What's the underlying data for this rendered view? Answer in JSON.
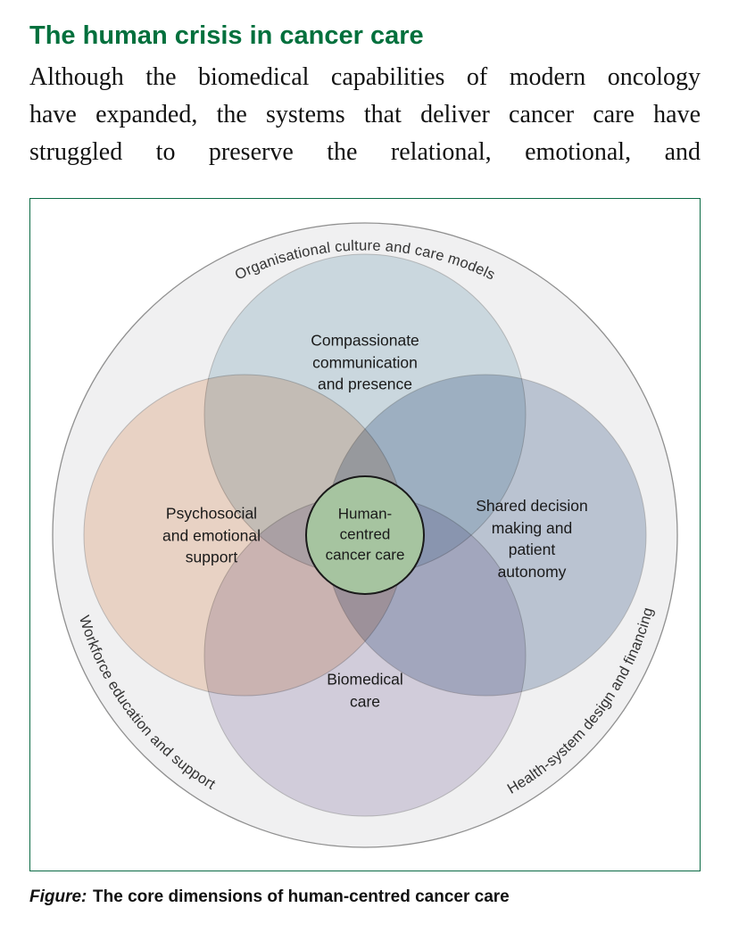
{
  "article": {
    "heading": "The human crisis in cancer care",
    "paragraph_lines": [
      "Although the biomedical capabilities of modern oncology",
      "have expanded, the systems that deliver cancer care have",
      "struggled to preserve the relational, emotional, and"
    ]
  },
  "figure": {
    "ring": {
      "fill": "#f0f0f1",
      "labels": {
        "top": "Organisational culture and care models",
        "bottom_left": "Workforce education and support",
        "bottom_right": "Health-system design and financing"
      }
    },
    "circles": {
      "top": {
        "label": "Compassionate\ncommunication\nand presence",
        "color": "#d7e5eb"
      },
      "left": {
        "label": "Psychosocial\nand emotional\nsupport",
        "color": "#f7dfd0"
      },
      "right": {
        "label": "Shared decision\nmaking and\npatient\nautonomy",
        "color": "#c6d0de"
      },
      "bottom": {
        "label": "Biomedical\ncare",
        "color": "#ded9e7"
      },
      "center": {
        "label": "Human-\ncentred\ncancer care",
        "color": "#a6c4a0"
      }
    },
    "caption_label": "Figure:",
    "caption_text": "The core dimensions of human-centred cancer care"
  },
  "theme": {
    "heading_green": "#00703d",
    "figure_border_green": "#0b6b45",
    "outer_ring_gray": "#f0f0f1",
    "center_circle_green": "#a6c4a0"
  }
}
